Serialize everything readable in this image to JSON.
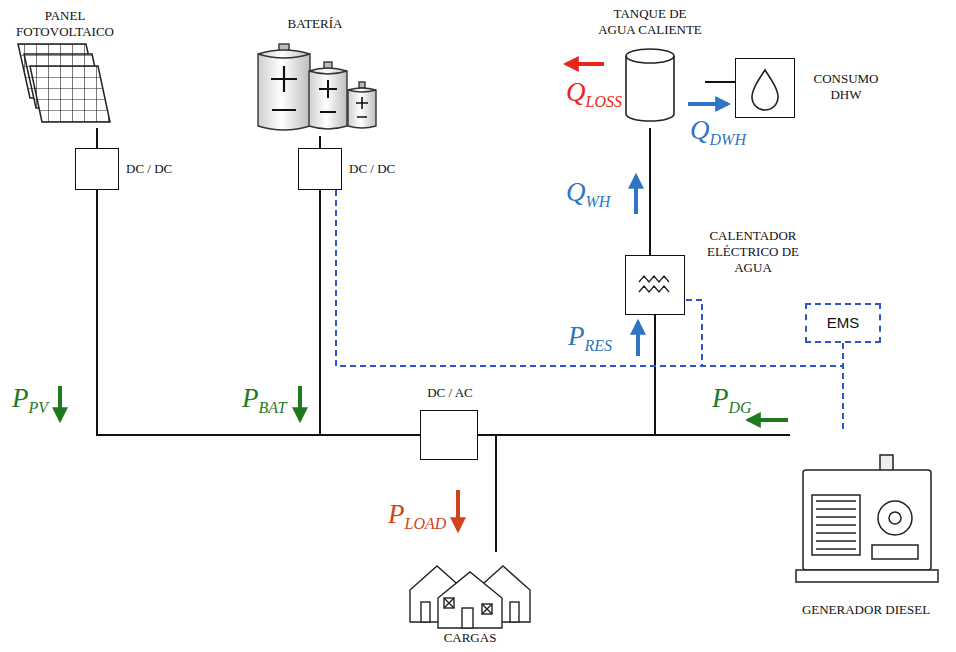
{
  "diagram": {
    "nodes": [
      {
        "text": [
          "PANEL FOTOVOLTAICO"
        ]
      },
      {
        "text": [
          "DC / DC"
        ]
      },
      {
        "text": [
          "BATERÍA"
        ]
      },
      {
        "text": [
          "DC / DC"
        ]
      },
      {
        "text": [
          "TANQUE DE AGUA CALIENTE"
        ]
      },
      {
        "text": [
          "CONSUMO DHW"
        ]
      },
      {
        "text": [
          "CALENTADOR ELÉCTRICO DE AGUA"
        ]
      },
      {
        "text": [
          "EMS"
        ]
      },
      {
        "text": [
          "DC / AC"
        ]
      },
      {
        "text": [
          "GENERADOR DIESEL"
        ]
      },
      {
        "text": [
          "CARGAS"
        ]
      }
    ],
    "edges": [
      {
        "from": 0,
        "to": 1,
        "arrow": "none"
      },
      {
        "from": 2,
        "to": 3,
        "arrow": "none"
      },
      {
        "from": 1,
        "to": 8,
        "arrow": "none"
      },
      {
        "from": 3,
        "to": 8,
        "arrow": "none"
      },
      {
        "from": 8,
        "to": 10,
        "arrow": "none"
      },
      {
        "from": 9,
        "to": 8,
        "arrow": "none"
      },
      {
        "from": 6,
        "to": 8,
        "arrow": "none"
      },
      {
        "from": 4,
        "to": 6,
        "arrow": "none"
      },
      {
        "from": 4,
        "to": 5,
        "arrow": "none"
      },
      {
        "from": 7,
        "to": 3,
        "arrow": "none"
      },
      {
        "from": 7,
        "to": 6,
        "arrow": "none"
      },
      {
        "from": 7,
        "to": 9,
        "arrow": "none"
      }
    ],
    "labels": [
      "P",
      "PV",
      "P",
      "BAT",
      "Q",
      "LOSS",
      "Q",
      "DWH",
      "Q",
      "WH",
      "P",
      "RES",
      "P",
      "DG",
      "P",
      "LOAD"
    ]
  }
}
